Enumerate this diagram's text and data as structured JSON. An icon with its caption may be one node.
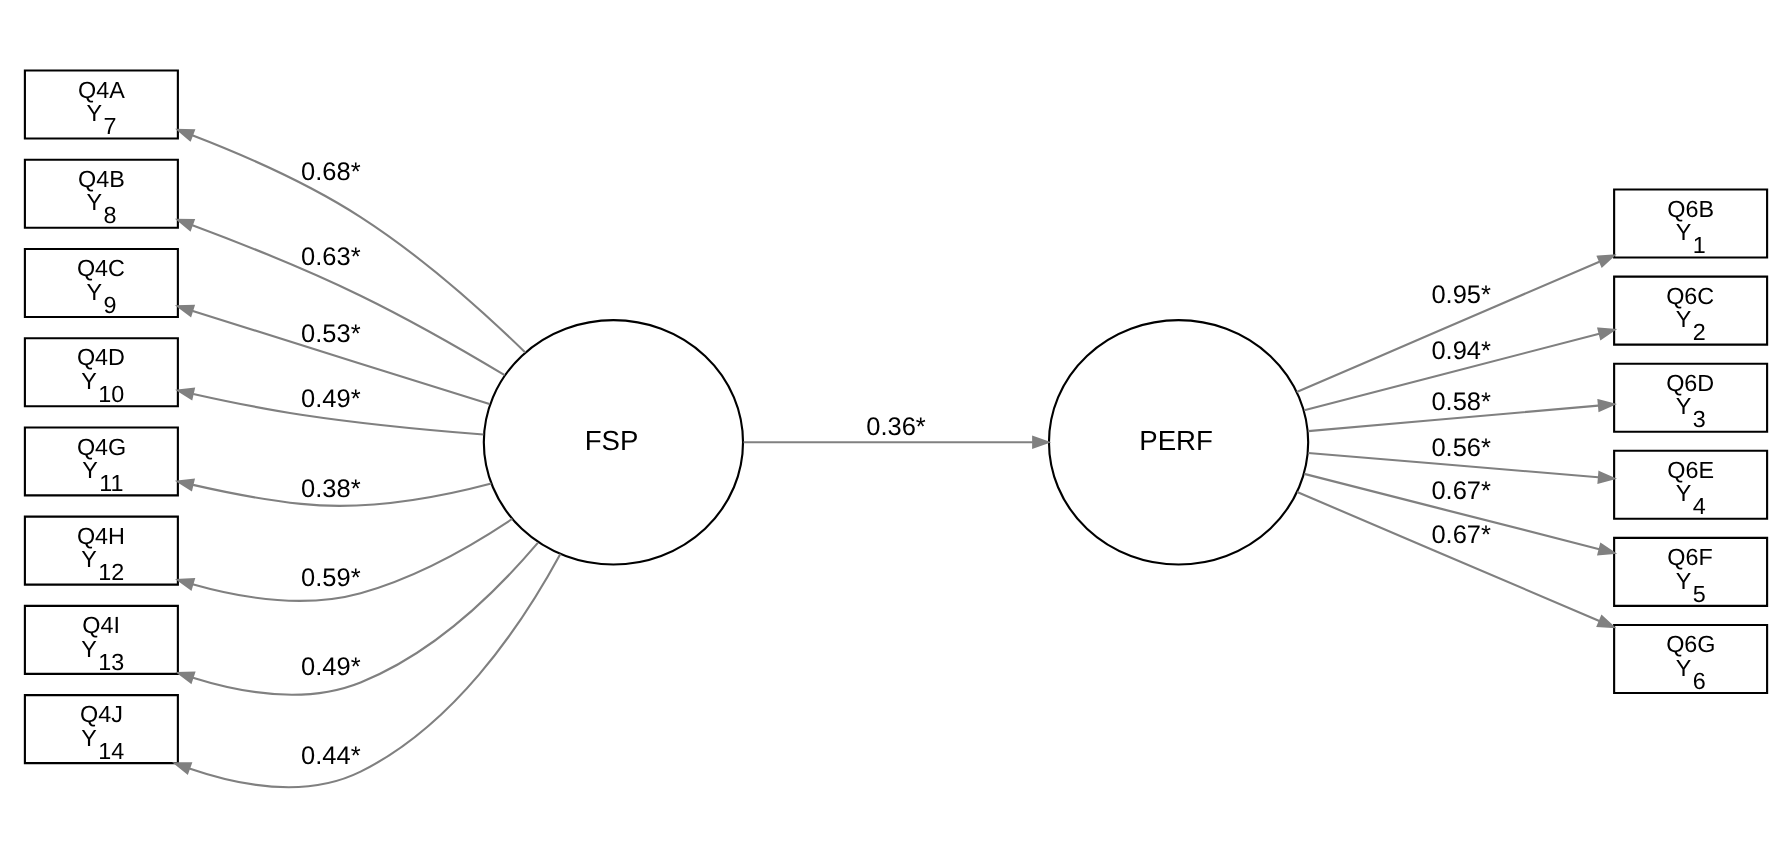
{
  "diagram": {
    "nodes": [
      {
        "text": [
          "Q4A",
          "Y$_{7}$"
        ]
      },
      {
        "text": [
          "Q4B",
          "Y$_{8}$"
        ]
      },
      {
        "text": [
          "Q4C",
          "Y$_{9}$"
        ]
      },
      {
        "text": [
          "Q4D",
          "Y$_{10}$"
        ]
      },
      {
        "text": [
          "Q4G",
          "Y$_{11}$"
        ]
      },
      {
        "text": [
          "Q4H",
          "Y$_{12}$"
        ]
      },
      {
        "text": [
          "Q4I",
          "Y$_{13}$"
        ]
      },
      {
        "text": [
          "Q4J",
          "Y$_{14}$"
        ]
      },
      {
        "text": [
          "FSP"
        ]
      },
      {
        "text": [
          "PERF"
        ]
      },
      {
        "text": [
          "Q6B",
          "Y$_{1}$"
        ]
      },
      {
        "text": [
          "Q6C",
          "Y$_{2}$"
        ]
      },
      {
        "text": [
          "Q6D",
          "Y$_{3}$"
        ]
      },
      {
        "text": [
          "Q6E",
          "Y$_{4}$"
        ]
      },
      {
        "text": [
          "Q6F",
          "Y$_{5}$"
        ]
      },
      {
        "text": [
          "Q6G",
          "Y$_{6}$"
        ]
      }
    ],
    "edges": [
      {
        "from": 8,
        "to": 0,
        "arrow": "to",
        "label": "0.68*"
      },
      {
        "from": 8,
        "to": 1,
        "arrow": "to",
        "label": "0.63*"
      },
      {
        "from": 8,
        "to": 2,
        "arrow": "to",
        "label": "0.53*"
      },
      {
        "from": 8,
        "to": 3,
        "arrow": "to",
        "label": "0.49*"
      },
      {
        "from": 8,
        "to": 4,
        "arrow": "to",
        "label": "0.38*"
      },
      {
        "from": 8,
        "to": 5,
        "arrow": "to",
        "label": "0.59*"
      },
      {
        "from": 8,
        "to": 6,
        "arrow": "to",
        "label": "0.49*"
      },
      {
        "from": 8,
        "to": 7,
        "arrow": "to",
        "label": "0.44*"
      },
      {
        "from": 8,
        "to": 9,
        "arrow": "to",
        "label": "0.36*"
      },
      {
        "from": 9,
        "to": 10,
        "arrow": "to",
        "label": "0.95*"
      },
      {
        "from": 9,
        "to": 11,
        "arrow": "to",
        "label": "0.94*"
      },
      {
        "from": 9,
        "to": 12,
        "arrow": "to",
        "label": "0.58*"
      },
      {
        "from": 9,
        "to": 13,
        "arrow": "to",
        "label": "0.56*"
      },
      {
        "from": 9,
        "to": 14,
        "arrow": "to",
        "label": "0.67*"
      },
      {
        "from": 9,
        "to": 15,
        "arrow": "to",
        "label": "0.67*"
      }
    ]
  }
}
